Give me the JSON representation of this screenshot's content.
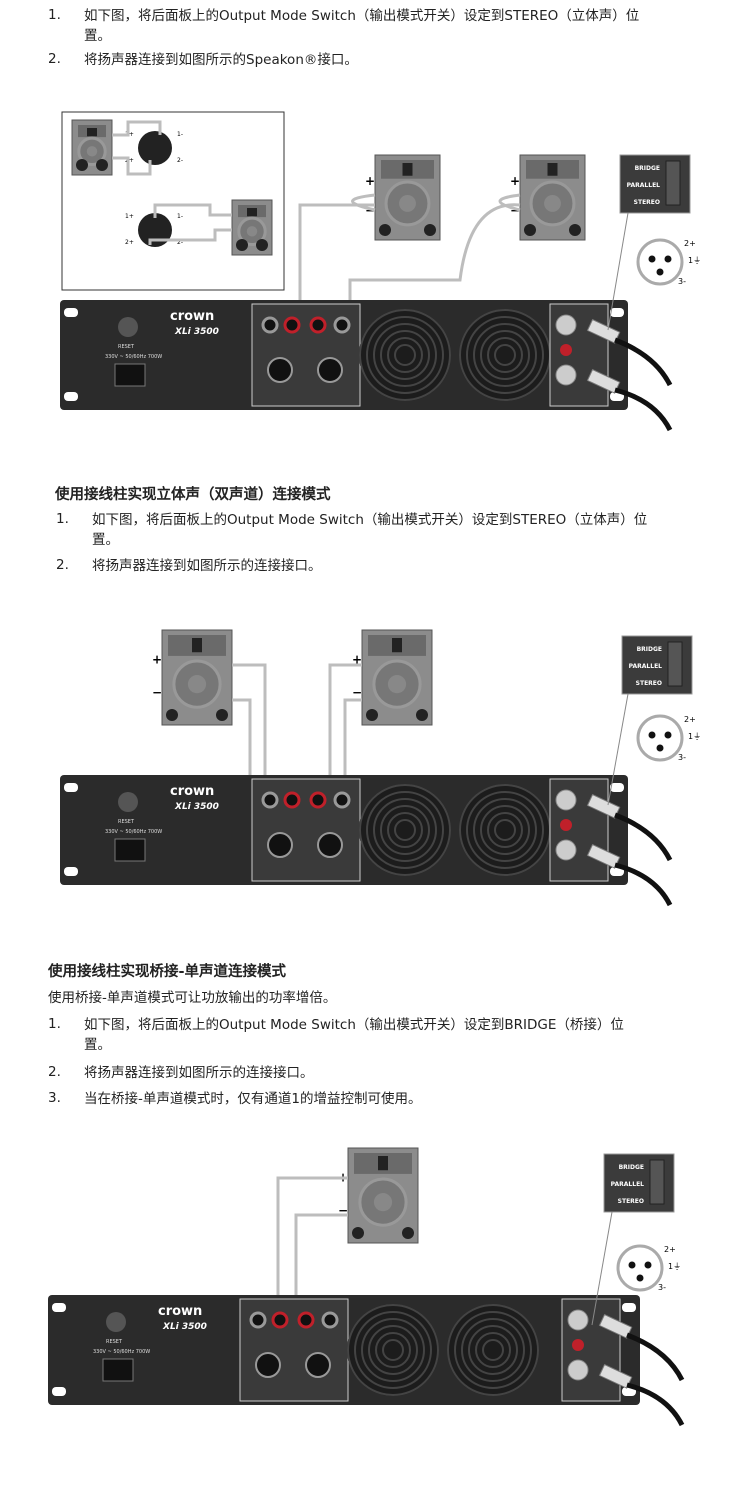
{
  "section1": {
    "steps": [
      {
        "num": "1.",
        "line1": "如下图，将后面板上的Output Mode Switch（输出模式开关）设定到STEREO（立体声）位",
        "line2": "置。"
      },
      {
        "num": "2.",
        "line1": "将扬声器连接到如图所示的Speakon®接口。"
      }
    ]
  },
  "section2": {
    "heading": "使用接线柱实现立体声（双声道）连接模式",
    "steps": [
      {
        "num": "1.",
        "line1": "如下图，将后面板上的Output Mode Switch（输出模式开关）设定到STEREO（立体声）位",
        "line2": "置。"
      },
      {
        "num": "2.",
        "line1": "将扬声器连接到如图所示的连接接口。"
      }
    ]
  },
  "section3": {
    "heading": "使用接线柱实现桥接-单声道连接模式",
    "intro": "使用桥接-单声道模式可让功放输出的功率增倍。",
    "steps": [
      {
        "num": "1.",
        "line1": "如下图，将后面板上的Output Mode Switch（输出模式开关）设定到BRIDGE（桥接）位",
        "line2": "置。"
      },
      {
        "num": "2.",
        "line1": "将扬声器连接到如图所示的连接接口。"
      },
      {
        "num": "3.",
        "line1": "当在桥接-单声道模式时，仅有通道1的增益控制可使用。"
      }
    ]
  },
  "diagram_labels": {
    "brand": "crown",
    "model": "XLi 3500",
    "reset": "RESET",
    "power": "330V ~ 50/60Hz 700W",
    "switch": [
      "BRIDGE",
      "PARALLEL",
      "STEREO"
    ],
    "pins": [
      "2+",
      "1",
      "3-"
    ],
    "plus": "+",
    "minus": "−",
    "speakon_pins": [
      "1+",
      "1-",
      "2+",
      "2-"
    ]
  },
  "colors": {
    "amp": "#2b2b2b",
    "panel": "#3a3a3a",
    "speaker": "#8c8c8c",
    "wire": "#bdbdbd",
    "accent": "#c0202a"
  }
}
